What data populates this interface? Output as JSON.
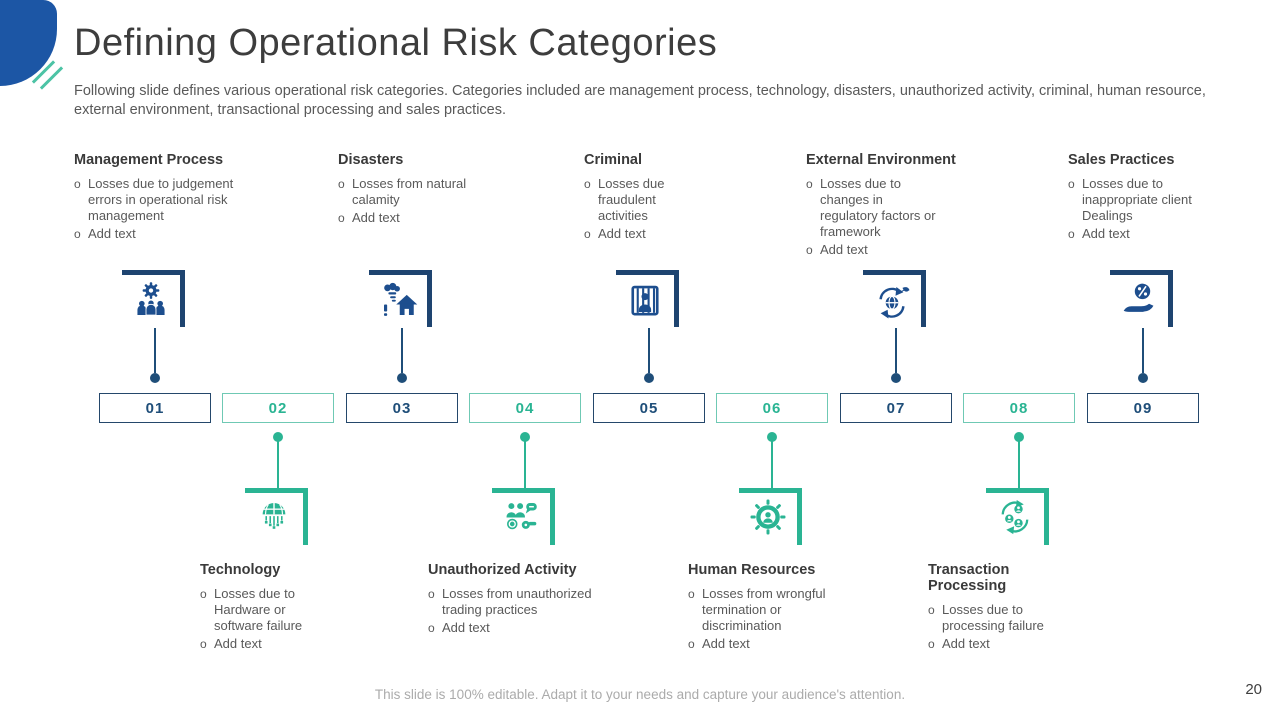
{
  "slide": {
    "title": "Defining Operational Risk Categories",
    "subtitle": "Following slide defines various operational risk categories. Categories included are management process, technology, disasters, unauthorized activity, criminal, human resource, external environment, transactional processing and sales practices.",
    "footer_note": "This slide is 100% editable. Adapt it to your needs and capture your audience's attention.",
    "page_number": "20"
  },
  "colors": {
    "accent_navy": "#1F4E79",
    "icon_navy": "#1D4E8E",
    "accent_teal": "#2AB493",
    "teal_border": "#6FC9B4",
    "corner_blue": "#1C56A5",
    "corner_slash_teal": "#4CC3A5",
    "text_dark": "#3a3a3a",
    "text_body": "#595959",
    "footer_gray": "#ABABAB"
  },
  "top_categories": [
    {
      "title": "Management Process",
      "icon": "management-process-icon",
      "bullets": [
        "Losses due to judgement errors in operational risk management",
        "Add text"
      ]
    },
    {
      "title": "Disasters",
      "icon": "disasters-icon",
      "bullets": [
        "Losses from natural calamity",
        "Add text"
      ]
    },
    {
      "title": "Criminal",
      "icon": "criminal-icon",
      "bullets": [
        "Losses due fraudulent activities",
        "Add text"
      ]
    },
    {
      "title": "External Environment",
      "icon": "external-environment-icon",
      "bullets": [
        "Losses due to changes in regulatory factors or framework",
        "Add text"
      ]
    },
    {
      "title": "Sales Practices",
      "icon": "sales-practices-icon",
      "bullets": [
        "Losses due to inappropriate client Dealings",
        "Add text"
      ]
    }
  ],
  "bottom_categories": [
    {
      "title": "Technology",
      "icon": "technology-icon",
      "bullets": [
        "Losses due to Hardware or software failure",
        "Add text"
      ]
    },
    {
      "title": "Unauthorized Activity",
      "icon": "unauthorized-activity-icon",
      "bullets": [
        "Losses from unauthorized trading practices",
        "Add text"
      ]
    },
    {
      "title": "Human Resources",
      "icon": "human-resources-icon",
      "bullets": [
        "Losses from wrongful termination or discrimination",
        "Add text"
      ]
    },
    {
      "title": "Transaction Processing",
      "icon": "transaction-processing-icon",
      "bullets": [
        "Losses due to processing failure",
        "Add text"
      ]
    }
  ],
  "timeline": {
    "boxes": [
      {
        "label": "01",
        "variant": "navy"
      },
      {
        "label": "02",
        "variant": "teal"
      },
      {
        "label": "03",
        "variant": "navy"
      },
      {
        "label": "04",
        "variant": "teal"
      },
      {
        "label": "05",
        "variant": "navy"
      },
      {
        "label": "06",
        "variant": "teal"
      },
      {
        "label": "07",
        "variant": "navy"
      },
      {
        "label": "08",
        "variant": "teal"
      },
      {
        "label": "09",
        "variant": "navy"
      }
    ]
  }
}
